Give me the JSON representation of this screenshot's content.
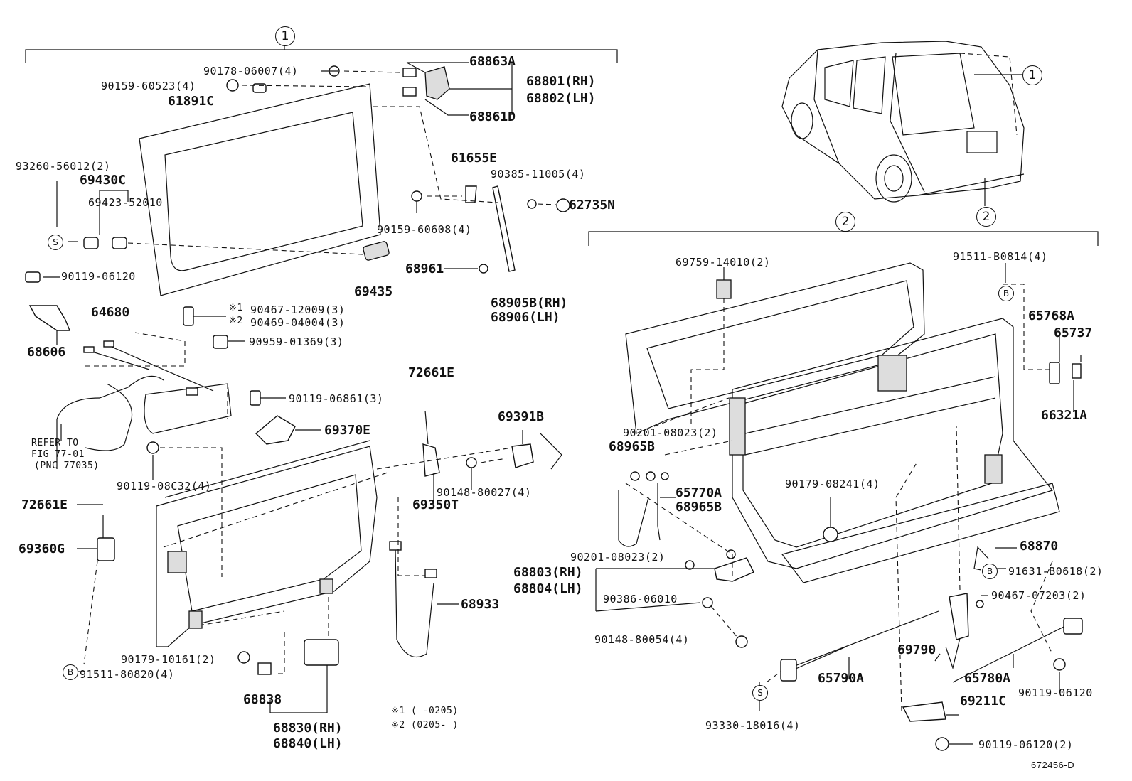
{
  "callouts": {
    "c1_top": "1",
    "c1_car": "1",
    "c2_car": "2",
    "c2_panel": "2",
    "s_left": "S",
    "s_bottom": "S",
    "b_left": "B",
    "b_right_top": "B",
    "b_right_mid": "B"
  },
  "labels": {
    "p90178": "90178-06007(4)",
    "p90159a": "90159-60523(4)",
    "p61891C": "61891C",
    "p68863A": "68863A",
    "p68801": "68801(RH)",
    "p68802": "68802(LH)",
    "p68861D": "68861D",
    "p93260": "93260-56012(2)",
    "p69430C": "69430C",
    "p69423": "69423-52010",
    "p61655E": "61655E",
    "p90385": "90385-11005(4)",
    "p62735N": "62735N",
    "p90159b": "90159-60608(4)",
    "p69435": "69435",
    "p68961": "68961",
    "p68905B": "68905B(RH)",
    "p68906": "68906(LH)",
    "p90119a": "90119-06120",
    "p68606": "68606",
    "p64680": "64680",
    "p90467": "90467-12009(3)",
    "p90469": "90469-04004(3)",
    "mark1a": "※1",
    "mark2a": "※2",
    "p90959": "90959-01369(3)",
    "p90119b": "90119-06861(3)",
    "p69370E": "69370E",
    "refer1": "REFER TO",
    "refer2": "FIG 77-01",
    "refer3": "(PNC 77035)",
    "p90119c": "90119-08C32(4)",
    "p72661Ea": "72661E",
    "p69391B": "69391B",
    "p90148a": "90148-80027(4)",
    "p69350T": "69350T",
    "p72661Eb": "72661E",
    "p69360G": "69360G",
    "p68933": "68933",
    "p90179a": "90179-10161(2)",
    "p91511a": "91511-80820(4)",
    "p68838": "68838",
    "p68830": "68830(RH)",
    "p68840": "68840(LH)",
    "note1": "※1  (      -0205)",
    "note2": "※2  (0205-      )",
    "p69759": "69759-14010(2)",
    "p91511b": "91511-B0814(4)",
    "p65768A": "65768A",
    "p65737": "65737",
    "p66321A": "66321A",
    "p90201a": "90201-08023(2)",
    "p68965Ba": "68965B",
    "p65770A": "65770A",
    "p68965Bb": "68965B",
    "p90179b": "90179-08241(4)",
    "p68870": "68870",
    "p90201b": "90201-08023(2)",
    "p68803": "68803(RH)",
    "p68804": "68804(LH)",
    "p90386": "90386-06010",
    "p91631": "91631-B0618(2)",
    "p90467b": "90467-07203(2)",
    "p90148b": "90148-80054(4)",
    "p69790": "69790",
    "p65790A": "65790A",
    "p65780A": "65780A",
    "p90119d": "90119-06120",
    "p93330": "93330-18016(4)",
    "p69211C": "69211C",
    "p90119e": "90119-06120(2)",
    "figcode": "672456-D"
  }
}
